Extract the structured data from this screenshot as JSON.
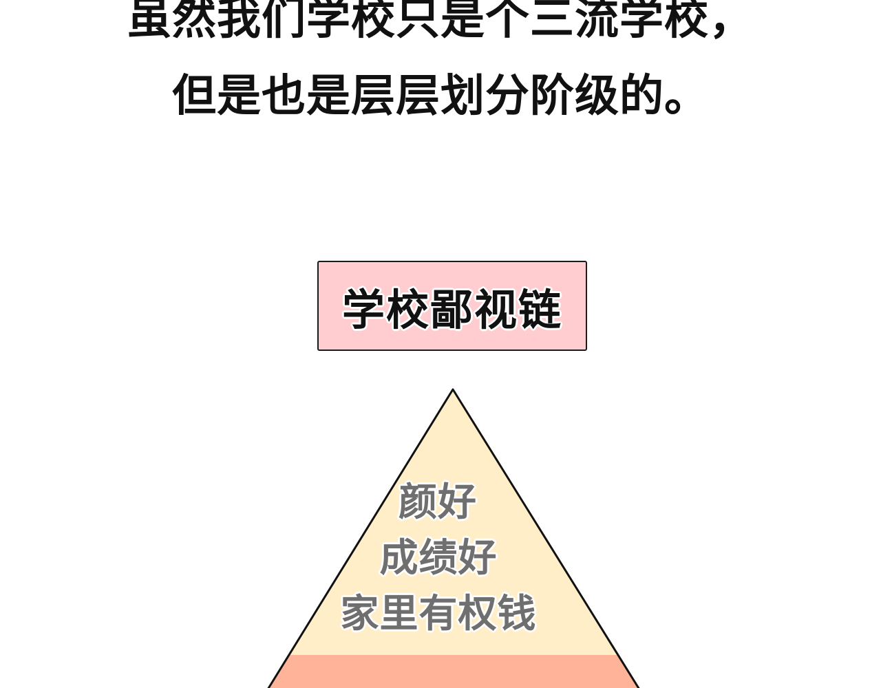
{
  "caption": {
    "line1": "虽然我们学校只是个三流学校，",
    "line2": "但是也是层层划分阶级的。"
  },
  "title_box": {
    "label": "学校鄙视链",
    "fill_color": "#ffcdd0"
  },
  "pyramid": {
    "top_tier": {
      "fill_color": "#ffeec8",
      "lines": [
        "颜好",
        "成绩好",
        "家里有权钱"
      ]
    },
    "second_tier": {
      "fill_color": "#ffb399"
    }
  }
}
